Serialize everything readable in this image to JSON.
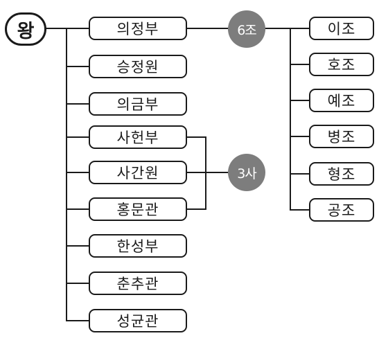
{
  "root": {
    "label": "왕"
  },
  "offices": [
    {
      "label": "의정부"
    },
    {
      "label": "승정원"
    },
    {
      "label": "의금부"
    },
    {
      "label": "사헌부"
    },
    {
      "label": "사간원"
    },
    {
      "label": "홍문관"
    },
    {
      "label": "한성부"
    },
    {
      "label": "춘추관"
    },
    {
      "label": "성균관"
    }
  ],
  "groups": {
    "six_ministries": {
      "label": "6조"
    },
    "three_offices": {
      "label": "3사"
    }
  },
  "ministries": [
    {
      "label": "이조"
    },
    {
      "label": "호조"
    },
    {
      "label": "예조"
    },
    {
      "label": "병조"
    },
    {
      "label": "형조"
    },
    {
      "label": "공조"
    }
  ],
  "colors": {
    "line": "#1a1a1a",
    "badge": "#7d7d7d"
  }
}
